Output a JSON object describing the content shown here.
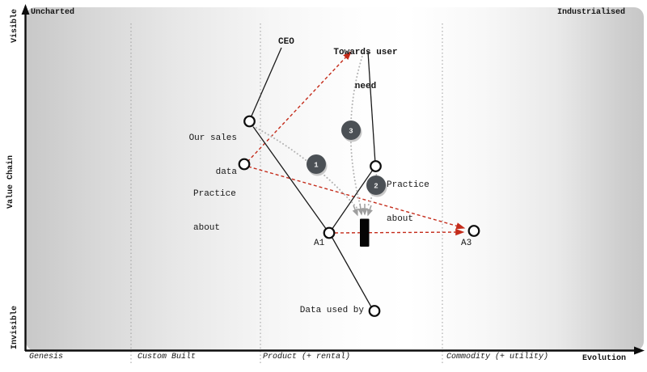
{
  "title_corners": {
    "top_left": "Uncharted",
    "top_right": "Industrialised"
  },
  "y_axis": {
    "top": "Visible",
    "mid": "Value Chain",
    "bottom": "Invisible"
  },
  "x_axis": {
    "label": "Evolution",
    "stages": [
      {
        "label": "Genesis"
      },
      {
        "label": "Custom Built"
      },
      {
        "label": "Product (+ rental)"
      },
      {
        "label": "Commodity (+ utility)"
      }
    ]
  },
  "nodes": {
    "ceo": {
      "label": "CEO"
    },
    "towards_user_need": {
      "line1": "Towards user",
      "line2": "need"
    },
    "our_sales_data": {
      "line1": "Our sales",
      "line2": "data"
    },
    "practice_about_left": {
      "line1": "Practice",
      "line2": "about"
    },
    "practice_about_right": {
      "line1": "Practice",
      "line2": "about"
    },
    "a1": {
      "label": "A1"
    },
    "a3": {
      "label": "A3"
    },
    "data_used_by": {
      "label": "Data used by"
    }
  },
  "markers": [
    {
      "label": "1"
    },
    {
      "label": "2"
    },
    {
      "label": "3"
    }
  ],
  "colors": {
    "red_arrow": "#c42b1a",
    "marker_fill": "#4b5055",
    "marker_shadow": "#c8c8c8",
    "movement_gray": "#b4b4b4",
    "axis_black": "#0d0d0d",
    "background_edge_gray": "#c8c8c8"
  }
}
